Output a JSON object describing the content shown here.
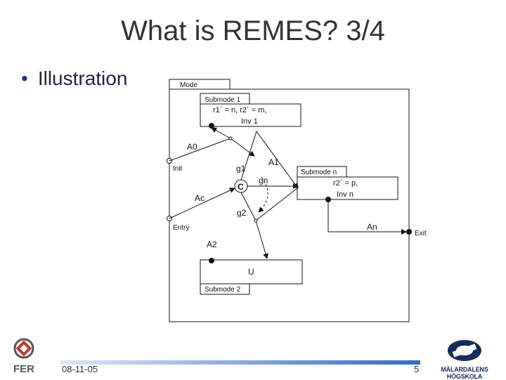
{
  "slide": {
    "title": "What is REMES? 3/4",
    "bullet": "Illustration"
  },
  "diagram": {
    "mode_label": "Mode",
    "submode1_label": "Submode 1",
    "submode1_line1": "r1´ = n,  r2´ = m,",
    "submode1_line2": "Inv 1",
    "submoden_label": "Submode n",
    "submoden_line1": "r2´ = p,",
    "submoden_line2": "Inv n",
    "submode2_label": "Submode 2",
    "submode2_body": "U",
    "init_label": "Init",
    "entry_label": "Entry",
    "exit_label": "Exit",
    "conditional_label": "C",
    "edge_a0": "A0",
    "edge_a1": "A1",
    "edge_a2": "A2",
    "edge_ac": "Ac",
    "edge_an": "An",
    "guard_g1": "g1",
    "guard_g2": "g2",
    "guard_gn": "gn"
  },
  "footer": {
    "date": "08-11-05",
    "page": "5",
    "right_logo_text": "MÄLARDALENS HÖGSKOLA"
  },
  "colors": {
    "footer_bar_start": "#dfe6f2",
    "footer_bar_end": "#2f6ad0"
  }
}
